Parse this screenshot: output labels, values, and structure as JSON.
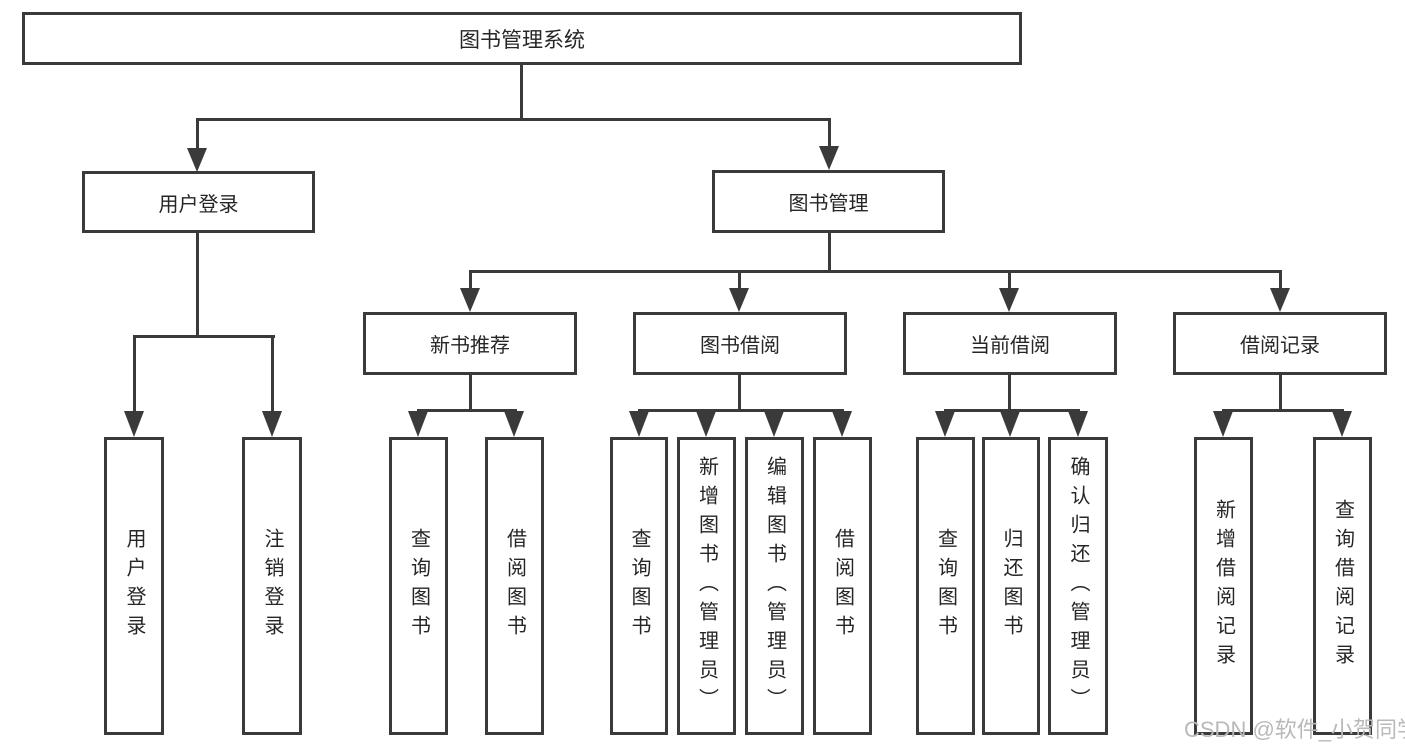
{
  "colors": {
    "line": "#3a3a3a",
    "text": "#262626",
    "background": "#ffffff",
    "watermark": "#b9b9b9"
  },
  "watermark": {
    "text": "CSDN @软件_小贺同学"
  },
  "tree": {
    "root": {
      "label": "图书管理系统",
      "children": [
        {
          "label": "用户登录",
          "children": [
            {
              "label": "用户登录"
            },
            {
              "label": "注销登录"
            }
          ]
        },
        {
          "label": "图书管理",
          "children": [
            {
              "label": "新书推荐",
              "children": [
                {
                  "label": "查询图书"
                },
                {
                  "label": "借阅图书"
                }
              ]
            },
            {
              "label": "图书借阅",
              "children": [
                {
                  "label": "查询图书"
                },
                {
                  "label": "新增图书（管理员）"
                },
                {
                  "label": "编辑图书（管理员）"
                },
                {
                  "label": "借阅图书"
                }
              ]
            },
            {
              "label": "当前借阅",
              "children": [
                {
                  "label": "查询图书"
                },
                {
                  "label": "归还图书"
                },
                {
                  "label": "确认归还（管理员）"
                }
              ]
            },
            {
              "label": "借阅记录",
              "children": [
                {
                  "label": "新增借阅记录"
                },
                {
                  "label": "查询借阅记录"
                }
              ]
            }
          ]
        }
      ]
    }
  }
}
